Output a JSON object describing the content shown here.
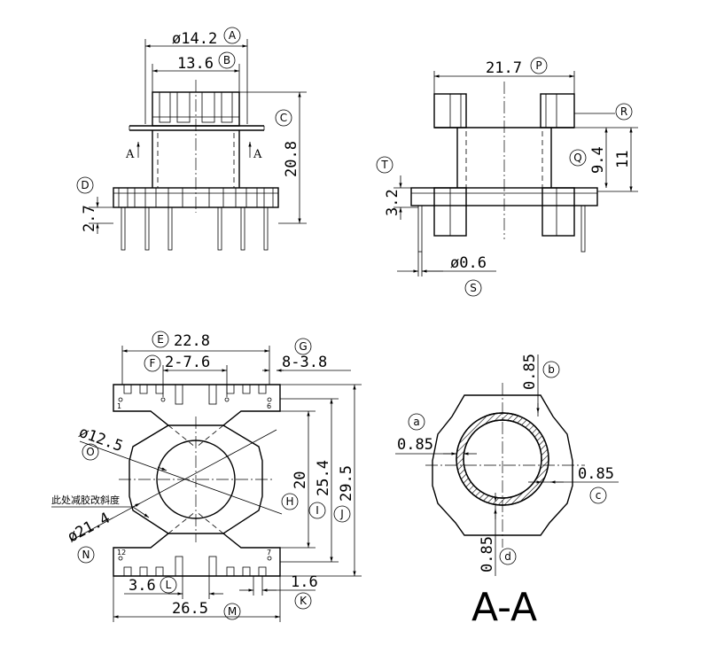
{
  "views": {
    "front": {
      "dims": {
        "A": "ø14.2",
        "B": "13.6",
        "C": "20.8",
        "D": "2.7"
      },
      "labels": {
        "A": "A",
        "B": "B",
        "C": "C",
        "D": "D"
      },
      "section_arrow": "A"
    },
    "side": {
      "dims": {
        "P": "21.7",
        "Q": "9.4",
        "R": "11",
        "T": "3.2",
        "S": "ø0.6"
      },
      "labels": {
        "P": "P",
        "Q": "Q",
        "R": "R",
        "T": "T",
        "S": "S"
      }
    },
    "bottom": {
      "dims": {
        "E": "22.8",
        "F": "2-7.6",
        "G": "8-3.8",
        "O": "ø12.5",
        "N": "ø21.4",
        "H": "20",
        "I": "25.4",
        "J": "29.5",
        "L": "3.6",
        "K": "1.6",
        "M": "26.5"
      },
      "labels": {
        "E": "E",
        "F": "F",
        "G": "G",
        "O": "O",
        "N": "N",
        "H": "H",
        "I": "I",
        "J": "J",
        "L": "L",
        "K": "K",
        "M": "M"
      },
      "note": "此处减胶改斜度",
      "pin_numbers": {
        "p1": "1",
        "p6": "6",
        "p12": "12",
        "p7": "7"
      }
    },
    "section": {
      "dims": {
        "a": "0.85",
        "b": "0.85",
        "c": "0.85",
        "d": "0.85"
      },
      "labels": {
        "a": "a",
        "b": "b",
        "c": "c",
        "d": "d"
      },
      "title": "A-A"
    }
  }
}
